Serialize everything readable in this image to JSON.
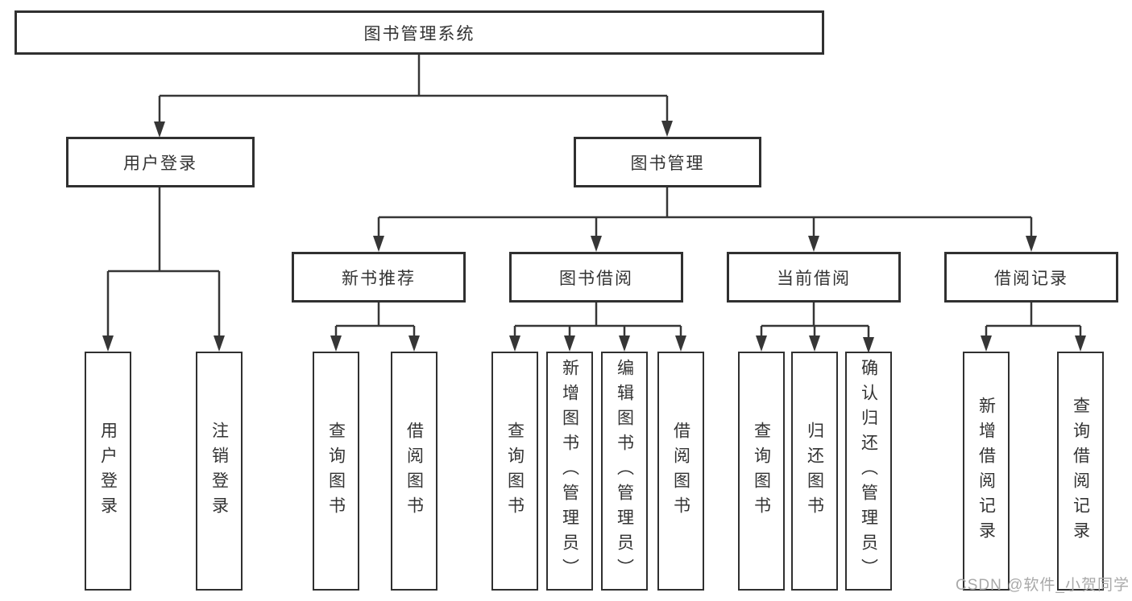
{
  "diagram": {
    "title": "图书管理系统",
    "root": {
      "label": "图书管理系统"
    },
    "level1": [
      {
        "label": "用户登录"
      },
      {
        "label": "图书管理"
      }
    ],
    "level2": [
      {
        "label": "新书推荐",
        "parent": "图书管理"
      },
      {
        "label": "图书借阅",
        "parent": "图书管理"
      },
      {
        "label": "当前借阅",
        "parent": "图书管理"
      },
      {
        "label": "借阅记录",
        "parent": "图书管理"
      }
    ],
    "leaves": [
      {
        "label": "用户登录",
        "parent": "用户登录"
      },
      {
        "label": "注销登录",
        "parent": "用户登录"
      },
      {
        "label": "查询图书",
        "parent": "新书推荐"
      },
      {
        "label": "借阅图书",
        "parent": "新书推荐"
      },
      {
        "label": "查询图书",
        "parent": "图书借阅"
      },
      {
        "label": "新增图书（管理员）",
        "parent": "图书借阅"
      },
      {
        "label": "编辑图书（管理员）",
        "parent": "图书借阅"
      },
      {
        "label": "借阅图书",
        "parent": "图书借阅"
      },
      {
        "label": "查询图书",
        "parent": "当前借阅"
      },
      {
        "label": "归还图书",
        "parent": "当前借阅"
      },
      {
        "label": "确认归还（管理员）",
        "parent": "当前借阅"
      },
      {
        "label": "新增借阅记录",
        "parent": "借阅记录"
      },
      {
        "label": "查询借阅记录",
        "parent": "借阅记录"
      }
    ]
  },
  "watermark": {
    "text": "CSDN @软件_小贺同学"
  },
  "colors": {
    "line": "#363636",
    "border": "#303030",
    "text": "#333333",
    "background": "#ffffff",
    "watermark": "#a9a9a9"
  }
}
